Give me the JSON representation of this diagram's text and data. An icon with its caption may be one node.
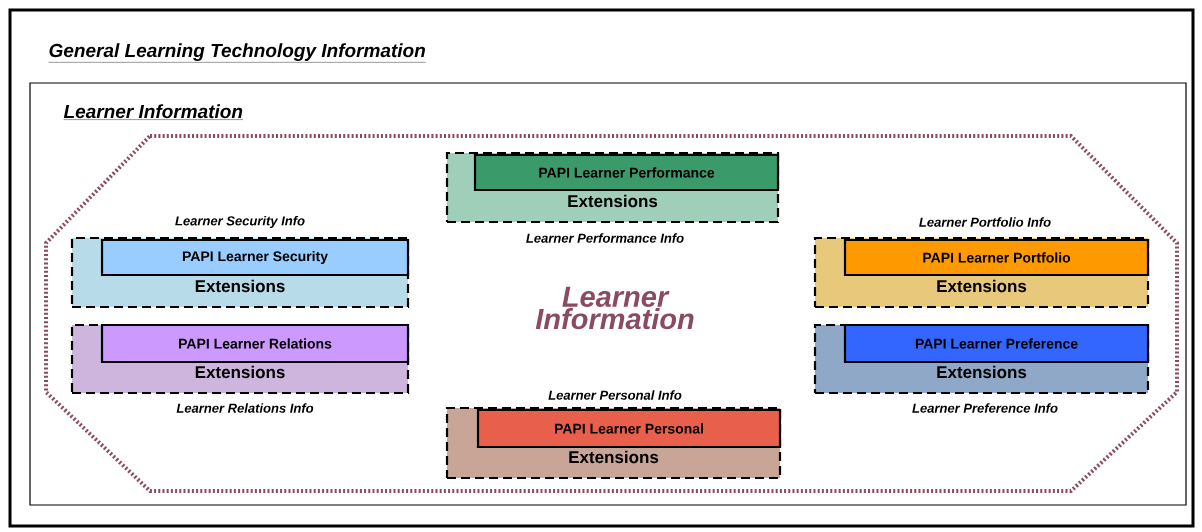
{
  "diagram": {
    "nodes": [
      {
        "text": [
          "General Learning Technology Information"
        ]
      },
      {
        "text": [
          "Learner Information"
        ],
        "in": 0
      },
      {
        "text": [
          "Learner Information"
        ],
        "in": 1
      },
      {
        "text": [
          "Extensions"
        ],
        "beside": [
          "Learner Performance Info"
        ],
        "in": 2
      },
      {
        "text": [
          "PAPI Learner Performance"
        ],
        "in": 3
      },
      {
        "text": [
          "Extensions"
        ],
        "beside": [
          "Learner Security Info"
        ],
        "in": 2
      },
      {
        "text": [
          "PAPI Learner Security"
        ],
        "in": 5
      },
      {
        "text": [
          "Extensions"
        ],
        "beside": [
          "Learner Portfolio Info"
        ],
        "in": 2
      },
      {
        "text": [
          "PAPI Learner Portfolio"
        ],
        "in": 7
      },
      {
        "text": [
          "Extensions"
        ],
        "beside": [
          "Learner Relations Info"
        ],
        "in": 2
      },
      {
        "text": [
          "PAPI Learner Relations"
        ],
        "in": 9
      },
      {
        "text": [
          "Extensions"
        ],
        "beside": [
          "Learner Preference Info"
        ],
        "in": 2
      },
      {
        "text": [
          "PAPI Learner Preference"
        ],
        "in": 11
      },
      {
        "text": [
          "Extensions"
        ],
        "beside": [
          "Learner Personal Info"
        ],
        "in": 2
      },
      {
        "text": [
          "PAPI Learner Personal"
        ],
        "in": 13
      }
    ]
  }
}
